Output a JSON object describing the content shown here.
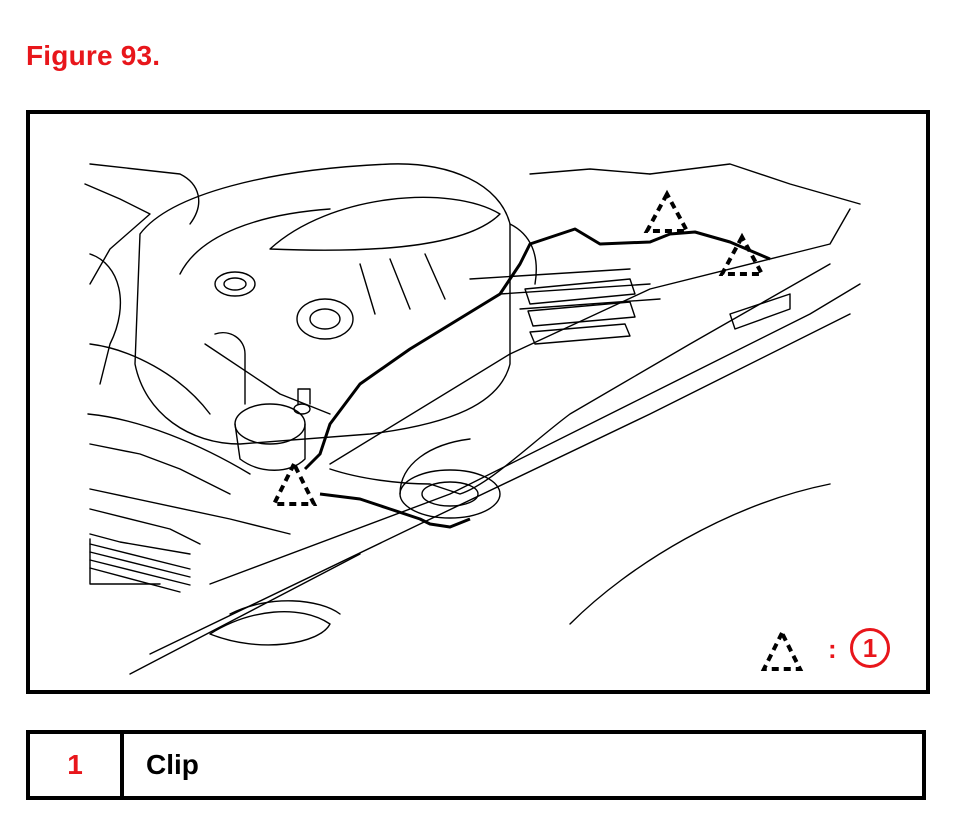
{
  "figure": {
    "title": "Figure 93."
  },
  "legend": {
    "symbol": "dashed-triangle-icon",
    "separator": ":",
    "number": "1"
  },
  "parts_table": [
    {
      "number": "1",
      "description": "Clip"
    }
  ],
  "colors": {
    "accent_red": "#e8161b",
    "line_black": "#000000"
  }
}
